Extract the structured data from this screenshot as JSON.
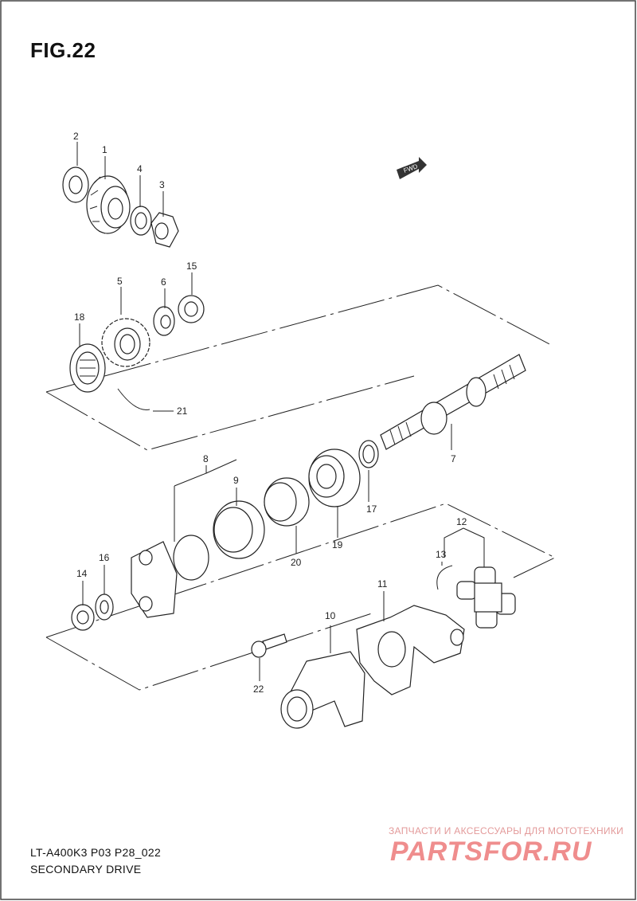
{
  "figure": {
    "title": "FIG.22"
  },
  "fwd_label": "FWD",
  "footer": {
    "model": "LT-A400K3 P03 P28_022",
    "section": "SECONDARY DRIVE"
  },
  "watermark": {
    "tagline": "ЗАПЧАСТИ И АКСЕССУАРЫ ДЛЯ МОТОТЕХНИКИ",
    "brand": "PARTSFOR.RU"
  },
  "callouts": [
    "1",
    "2",
    "3",
    "4",
    "5",
    "6",
    "7",
    "8",
    "9",
    "10",
    "11",
    "12",
    "13",
    "14",
    "15",
    "16",
    "17",
    "18",
    "19",
    "20",
    "21",
    "22"
  ]
}
